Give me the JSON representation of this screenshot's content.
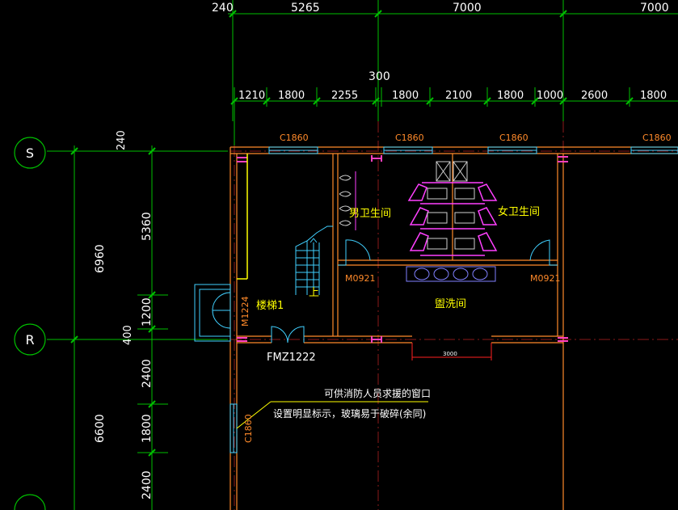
{
  "top_dimensions": [
    "240",
    "5265",
    "7000",
    "7000"
  ],
  "sub_dimension_offset": "300",
  "sub_dimensions": [
    "1210",
    "1800",
    "2255",
    "1800",
    "2100",
    "1800",
    "1000",
    "2600",
    "1800"
  ],
  "left_outer_dimensions": [
    "6960",
    "400",
    "6600"
  ],
  "left_inner_dimensions": [
    "240",
    "5360",
    "1200",
    "2400",
    "1800",
    "2400"
  ],
  "axis_labels": [
    "S",
    "R"
  ],
  "window_labels": [
    "C1860",
    "C1860",
    "C1860",
    "C1860"
  ],
  "side_window_label": "C1860",
  "rooms": {
    "mens_toilet": "男卫生间",
    "womens_toilet": "女卫生间",
    "washroom": "盥洗间",
    "stair": "楼梯1",
    "stair_up": "上"
  },
  "doors": {
    "m0921_left": "M0921",
    "m0921_right": "M0921",
    "m1224": "M1224",
    "fmz1222": "FMZ1222"
  },
  "washroom_dimension": "3000",
  "notes": [
    "可供消防人员求援的窗口",
    "设置明显标示，玻璃易于破碎(余同)"
  ]
}
